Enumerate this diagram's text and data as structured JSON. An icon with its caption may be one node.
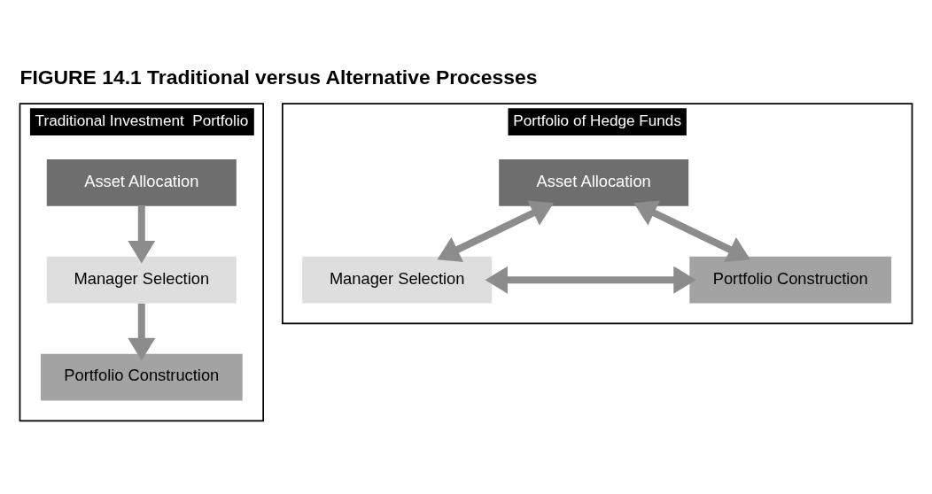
{
  "diagram": {
    "title": "FIGURE 14.1 Traditional versus Alternative Processes",
    "nodes": [
      {
        "text": [
          "Traditional Investment  Portfolio"
        ]
      },
      {
        "text": [
          "Asset Allocation"
        ],
        "in": 0
      },
      {
        "text": [
          "Manager Selection"
        ],
        "in": 0
      },
      {
        "text": [
          "Portfolio Construction"
        ],
        "in": 0
      },
      {
        "text": [
          "Portfolio of Hedge Funds"
        ]
      },
      {
        "text": [
          "Asset Allocation"
        ],
        "in": 4
      },
      {
        "text": [
          "Manager Selection"
        ],
        "in": 4
      },
      {
        "text": [
          "Portfolio Construction"
        ],
        "in": 4
      }
    ],
    "edges": [
      {
        "from": 1,
        "to": 2,
        "arrow": "to"
      },
      {
        "from": 2,
        "to": 3,
        "arrow": "to"
      },
      {
        "from": 5,
        "to": 6,
        "arrow": "both"
      },
      {
        "from": 5,
        "to": 7,
        "arrow": "both"
      },
      {
        "from": 6,
        "to": 7,
        "arrow": "both"
      }
    ]
  }
}
